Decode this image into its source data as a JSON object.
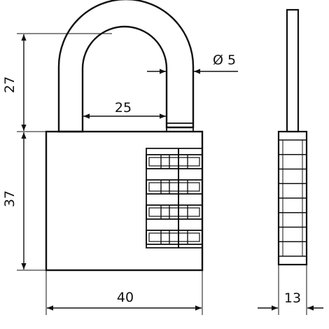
{
  "diagram": {
    "subject": "padlock",
    "colors": {
      "line": "#111111",
      "background": "#ffffff"
    },
    "dimensions": {
      "shackle_height": "27",
      "body_height": "37",
      "shackle_inner_width": "25",
      "shackle_diameter": "Ø 5",
      "body_width": "40",
      "body_thickness": "13"
    },
    "combination_wheels": 4
  }
}
